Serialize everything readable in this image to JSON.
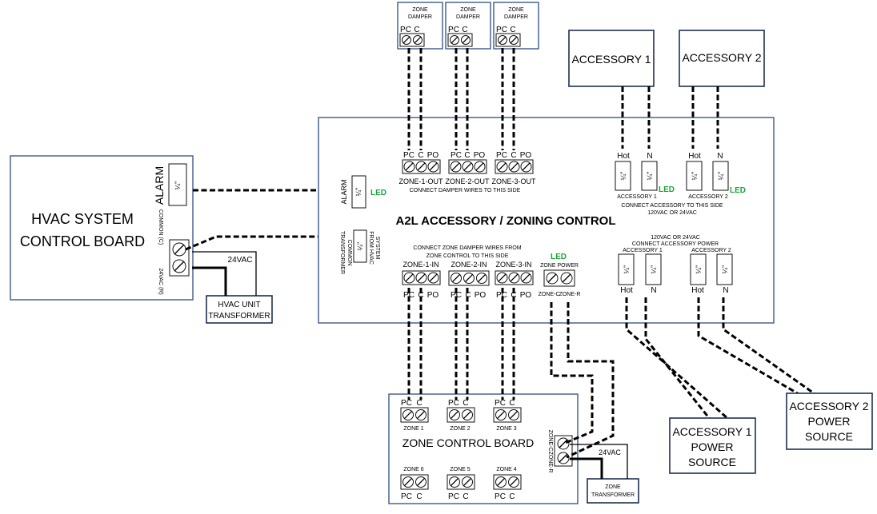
{
  "hvac_board": {
    "title_line1": "HVAC SYSTEM",
    "title_line2": "CONTROL BOARD",
    "alarm_label": "ALARM",
    "alarm_terminal": "¼\"",
    "common_label": "COMMON (C)",
    "vac24_label": "24VAC (R)"
  },
  "hvac_transformer": {
    "line1": "HVAC UNIT",
    "line2": "TRANSFORMER",
    "voltage": "24VAC"
  },
  "main_board": {
    "title": "A2L ACCESSORY / ZONING CONTROL",
    "alarm_label": "ALARM",
    "alarm_terminal": "¼\"",
    "led": "LED",
    "transformer_common_1": "TRANSFORMER",
    "transformer_common_2": "COMMON",
    "transformer_terminal": "¼\"",
    "from_hvac_1": "FROM HVAC",
    "from_hvac_2": "SYSTEM",
    "connect_damper": "CONNECT DAMPER WIRES TO THIS SIDE",
    "connect_zone_1": "CONNECT ZONE DAMPER WIRES FROM",
    "connect_zone_2": "ZONE CONTROL TO THIS SIDE",
    "connect_accessory_1": "CONNECT ACCESSORY TO THIS SIDE",
    "connect_accessory_2": "120VAC OR 24VAC",
    "power_note_1": "120VAC OR 24VAC",
    "power_note_2": "CONNECT ACCESSORY POWER",
    "zone_power": "ZONE POWER",
    "zone_c": "ZONE-C",
    "zone_r": "ZONE-R",
    "pin_pc": "PC",
    "pin_c": "C",
    "pin_po": "PO",
    "hot": "Hot",
    "n": "N",
    "quarter": "¼\"",
    "zone_outs": [
      "ZONE-1-OUT",
      "ZONE-2-OUT",
      "ZONE-3-OUT"
    ],
    "zone_ins": [
      "ZONE-1-IN",
      "ZONE-2-IN",
      "ZONE-3-IN"
    ],
    "accessory_1": "ACCESSORY 1",
    "accessory_2": "ACCESSORY 2"
  },
  "zone_dampers": {
    "line1": "ZONE",
    "line2": "DAMPER"
  },
  "accessories": [
    "ACCESSORY 1",
    "ACCESSORY 2"
  ],
  "zone_control_board": {
    "title": "ZONE CONTROL BOARD",
    "zones": [
      "ZONE 1",
      "ZONE 2",
      "ZONE 3",
      "ZONE 6",
      "ZONE 5",
      "ZONE 4"
    ],
    "zone_c": "ZONE-C",
    "zone_r": "ZONE-R",
    "voltage": "24VAC"
  },
  "zone_transformer": {
    "line1": "ZONE",
    "line2": "TRANSFORMER"
  },
  "power_sources": [
    {
      "line1": "ACCESSORY 1",
      "line2": "POWER",
      "line3": "SOURCE"
    },
    {
      "line1": "ACCESSORY 2",
      "line2": "POWER",
      "line3": "SOURCE"
    }
  ]
}
